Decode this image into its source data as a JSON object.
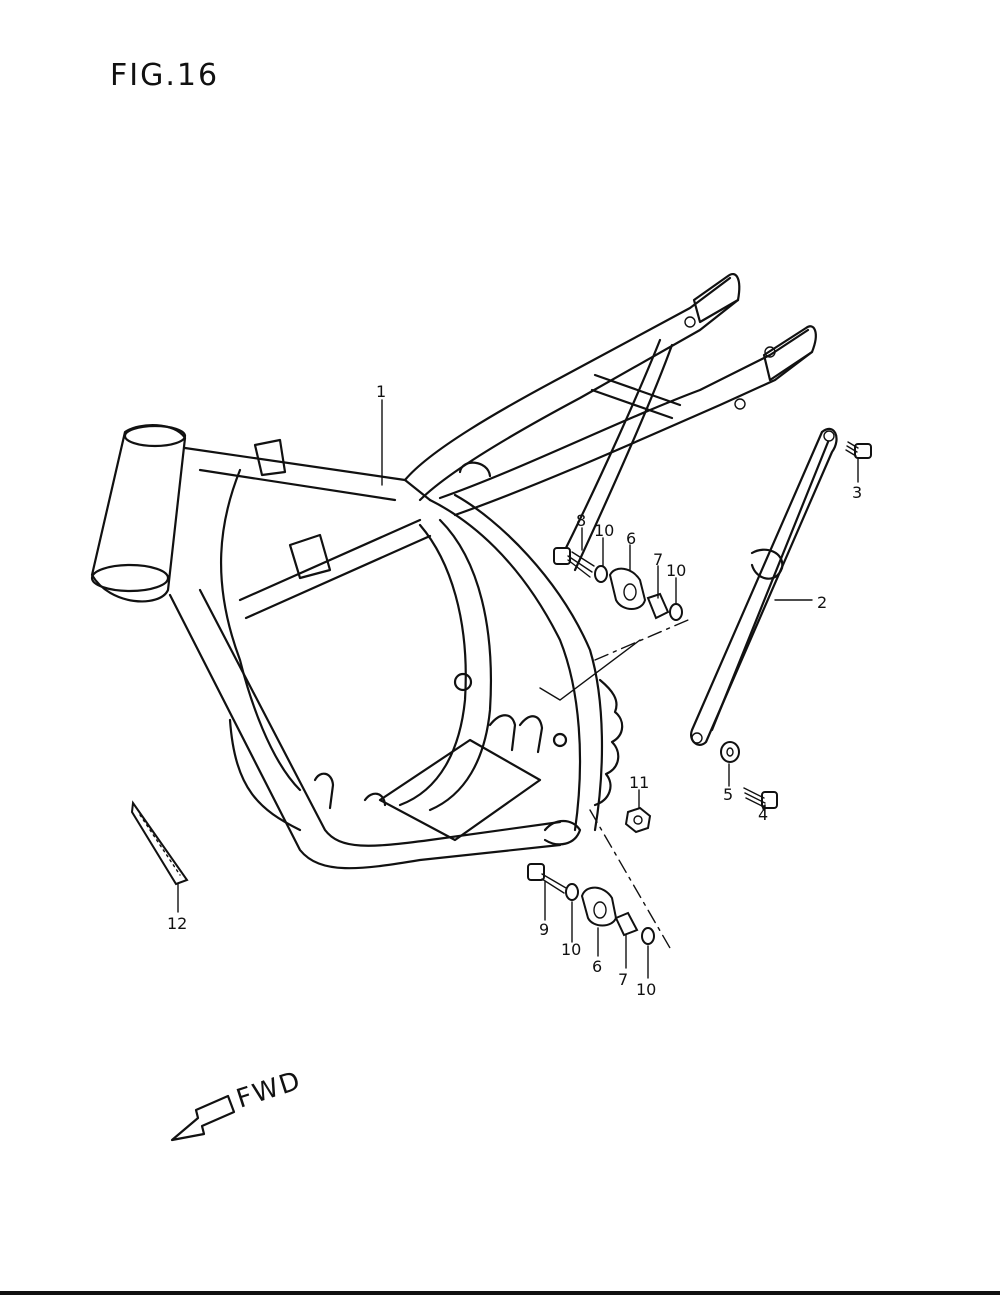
{
  "figure": {
    "title": "FIG.16",
    "direction": "FWD"
  },
  "callouts": {
    "c1": "1",
    "c2": "2",
    "c3": "3",
    "c4": "4",
    "c5": "5",
    "c6a": "6",
    "c6b": "6",
    "c7a": "7",
    "c7b": "7",
    "c8": "8",
    "c9": "9",
    "c10a": "10",
    "c10b": "10",
    "c10c": "10",
    "c10d": "10",
    "c11": "11",
    "c12": "12"
  },
  "colors": {
    "ink": "#111111",
    "paper": "#ffffff"
  }
}
